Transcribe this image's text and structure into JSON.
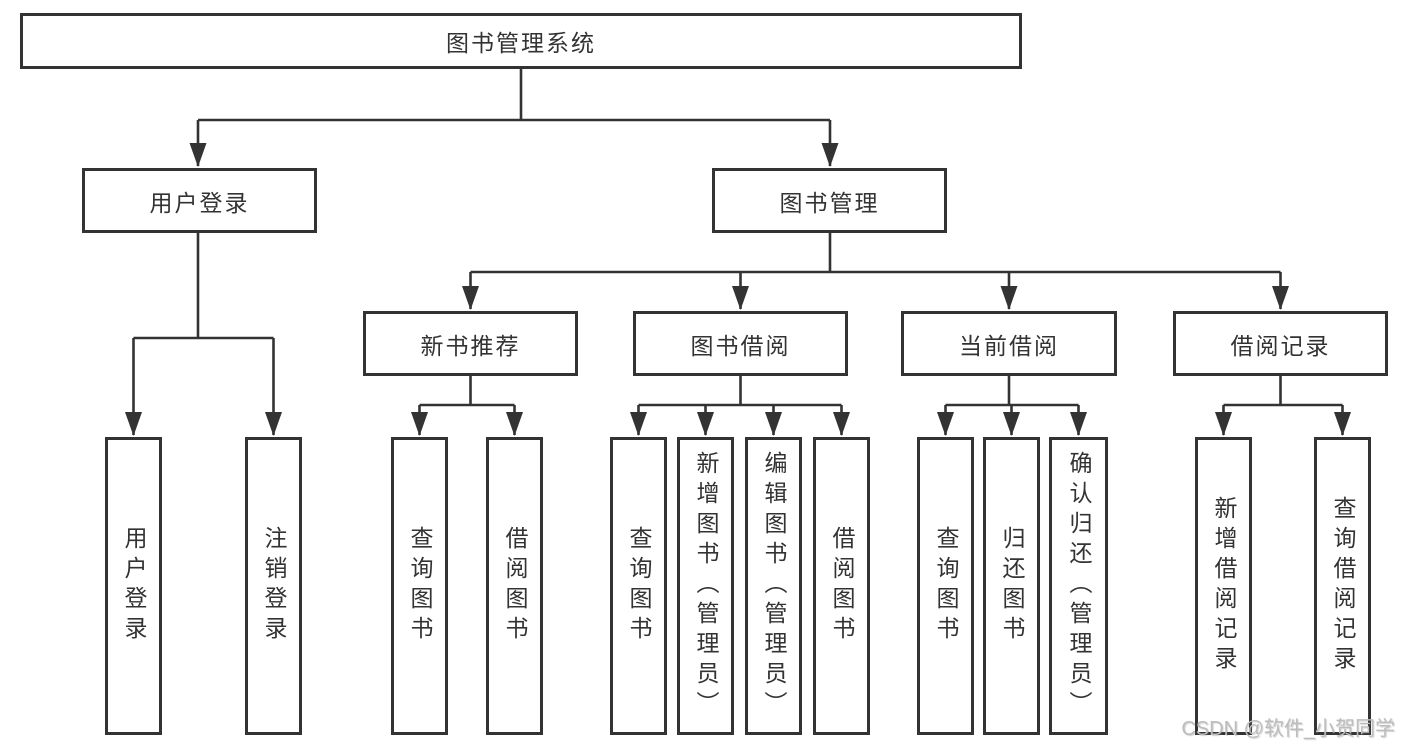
{
  "tree": {
    "root": {
      "label": "图书管理系统"
    },
    "children": [
      {
        "label": "用户登录",
        "children": [
          {
            "label": "用户登录"
          },
          {
            "label": "注销登录"
          }
        ]
      },
      {
        "label": "图书管理",
        "children": [
          {
            "label": "新书推荐",
            "children": [
              {
                "label": "查询图书"
              },
              {
                "label": "借阅图书"
              }
            ]
          },
          {
            "label": "图书借阅",
            "children": [
              {
                "label": "查询图书"
              },
              {
                "label": "新增图书（管理员）"
              },
              {
                "label": "编辑图书（管理员）"
              },
              {
                "label": "借阅图书"
              }
            ]
          },
          {
            "label": "当前借阅",
            "children": [
              {
                "label": "查询图书"
              },
              {
                "label": "归还图书"
              },
              {
                "label": "确认归还（管理员）"
              }
            ]
          },
          {
            "label": "借阅记录",
            "children": [
              {
                "label": "新增借阅记录"
              },
              {
                "label": "查询借阅记录"
              }
            ]
          }
        ]
      }
    ]
  },
  "watermark": {
    "text": "CSDN @软件_小贺同学"
  },
  "colors": {
    "line": "#333333",
    "box_border": "#333333",
    "text": "#333333",
    "watermark": "#bdbdbd",
    "background": "#ffffff"
  }
}
